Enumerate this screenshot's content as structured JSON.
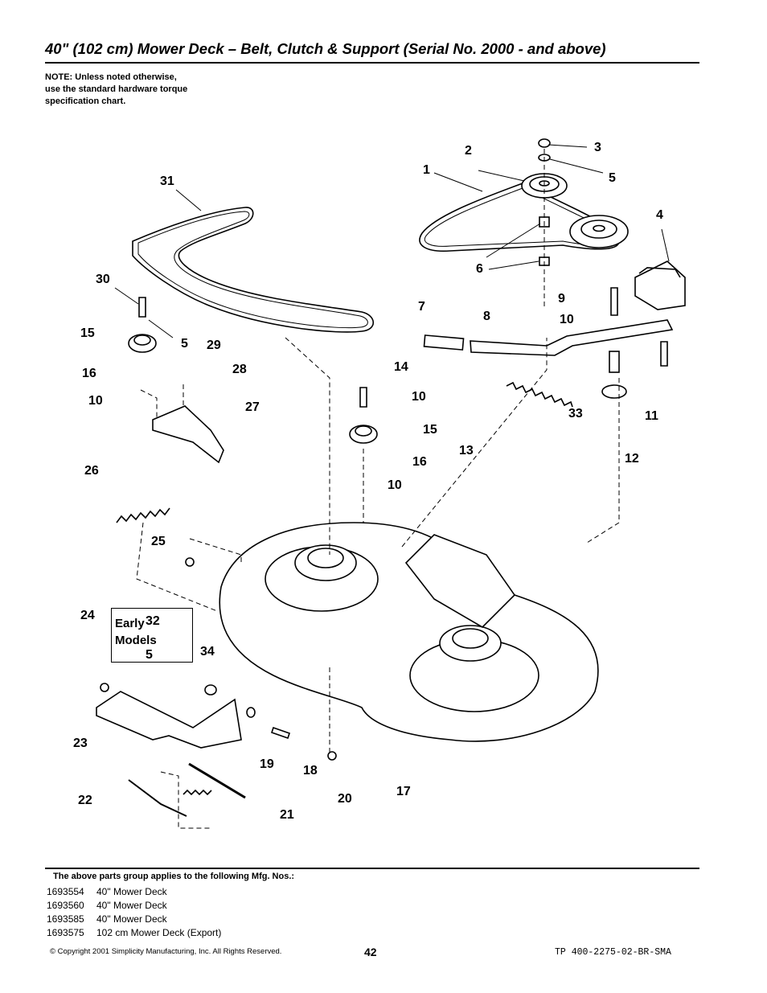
{
  "page": {
    "title": "40\" (102 cm) Mower Deck – Belt, Clutch & Support (Serial No. 2000 - and above)",
    "note_lines": [
      "NOTE: Unless noted otherwise,",
      "use the standard hardware torque",
      "specification chart."
    ]
  },
  "diagram": {
    "callouts": [
      "1",
      "2",
      "3",
      "4",
      "5",
      "6",
      "7",
      "8",
      "9",
      "10",
      "11",
      "12",
      "13",
      "14",
      "15",
      "16",
      "17",
      "18",
      "19",
      "20",
      "21",
      "22",
      "23",
      "24",
      "25",
      "26",
      "27",
      "28",
      "29",
      "30",
      "31",
      "33",
      "34"
    ],
    "callout_repeats": [
      "5",
      "10",
      "15",
      "16",
      "10",
      "10",
      "5"
    ],
    "early_models": {
      "label_line1": "Early",
      "label_line2": "Models",
      "part_a": "32",
      "part_b": "5"
    }
  },
  "applies": {
    "heading": "The above parts group applies to the following Mfg. Nos.:",
    "items": [
      {
        "number": "1693554",
        "description": "40\" Mower Deck"
      },
      {
        "number": "1693560",
        "description": "40\" Mower Deck"
      },
      {
        "number": "1693585",
        "description": "40\" Mower Deck"
      },
      {
        "number": "1693575",
        "description": "102 cm Mower Deck (Export)"
      }
    ]
  },
  "footer": {
    "copyright": "© Copyright  2001 Simplicity Manufacturing, Inc. All Rights Reserved.",
    "page_number": "42",
    "doc_id": "TP 400-2275-02-BR-SMA"
  }
}
